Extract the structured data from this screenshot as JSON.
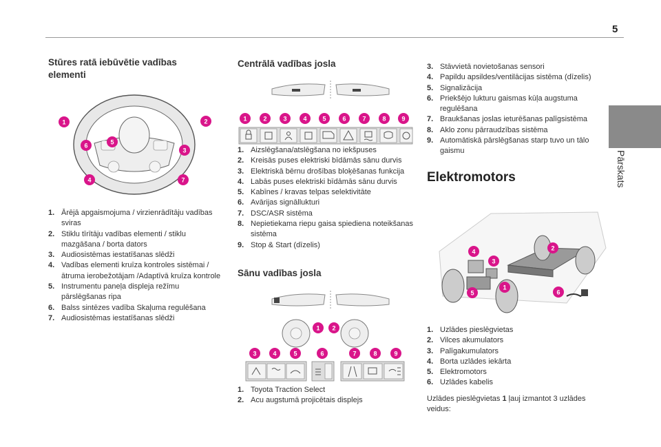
{
  "page": {
    "number": "5",
    "side_label": "Pārskats"
  },
  "col1": {
    "title": "Stūres ratā iebūvētie vadības elementi",
    "items": [
      {
        "n": "1.",
        "t": "Ārējā apgaismojuma / virzienrādītāju vadības sviras"
      },
      {
        "n": "2.",
        "t": "Stiklu tīrītāju vadības elementi / stiklu mazgāšana / borta dators"
      },
      {
        "n": "3.",
        "t": "Audiosistēmas iestatīšanas slēdži"
      },
      {
        "n": "4.",
        "t": "Vadības elementi kruīza kontroles sistēmai / ātruma ierobežotājam /Adaptīvā kruīza kontrole"
      },
      {
        "n": "5.",
        "t": "Instrumentu paneļa displeja režīmu pārslēgšanas ripa"
      },
      {
        "n": "6.",
        "t": "Balss sintēzes vadība Skaļuma regulēšana"
      },
      {
        "n": "7.",
        "t": "Audiosistēmas iestatīšanas slēdži"
      }
    ],
    "badges": [
      "1",
      "2",
      "3",
      "4",
      "5",
      "6",
      "7"
    ]
  },
  "col2": {
    "title": "Centrālā vadības josla",
    "items": [
      {
        "n": "1.",
        "t": "Aizslēgšana/atslēgšana no iekšpuses"
      },
      {
        "n": "2.",
        "t": "Kreisās puses elektriski bīdāmās sānu durvis"
      },
      {
        "n": "3.",
        "t": "Elektriskā bērnu drošības bloķēšanas funkcija"
      },
      {
        "n": "4.",
        "t": "Labās puses elektriski bīdāmās sānu durvis"
      },
      {
        "n": "5.",
        "t": "Kabīnes / kravas telpas selektivitāte"
      },
      {
        "n": "6.",
        "t": "Avārijas signāllukturi"
      },
      {
        "n": "7.",
        "t": "DSC/ASR sistēma"
      },
      {
        "n": "8.",
        "t": "Nepietiekama riepu gaisa spiediena noteikšanas sistēma"
      },
      {
        "n": "9.",
        "t": "Stop & Start (dīzelis)"
      }
    ],
    "badges": [
      "1",
      "2",
      "3",
      "4",
      "5",
      "6",
      "7",
      "8",
      "9"
    ],
    "side_title": "Sānu vadības josla",
    "side_items": [
      {
        "n": "1.",
        "t": "Toyota Traction Select"
      },
      {
        "n": "2.",
        "t": "Acu augstumā projicētais displejs"
      }
    ],
    "side_badges_top": [
      "1",
      "2"
    ],
    "side_badges_bottom": [
      "3",
      "4",
      "5",
      "6",
      "7",
      "8",
      "9"
    ]
  },
  "col3": {
    "items": [
      {
        "n": "3.",
        "t": "Stāvvietā novietošanas sensori"
      },
      {
        "n": "4.",
        "t": "Papildu apsildes/ventilācijas sistēma (dīzelis)"
      },
      {
        "n": "5.",
        "t": "Signalizācija"
      },
      {
        "n": "6.",
        "t": "Priekšējo lukturu gaismas kūļa augstuma regulēšana"
      },
      {
        "n": "7.",
        "t": "Braukšanas joslas ieturēšanas palīgsistēma"
      },
      {
        "n": "8.",
        "t": "Aklo zonu pārraudzības sistēma"
      },
      {
        "n": "9.",
        "t": "Automātiskā pārslēgšanas starp tuvo un tālo gaismu"
      }
    ],
    "section_title": "Elektromotors",
    "motor_items": [
      {
        "n": "1.",
        "t": "Uzlādes pieslēgvietas"
      },
      {
        "n": "2.",
        "t": "Vilces akumulators"
      },
      {
        "n": "3.",
        "t": "Palīgakumulators"
      },
      {
        "n": "4.",
        "t": "Borta uzlādes iekārta"
      },
      {
        "n": "5.",
        "t": "Elektromotors"
      },
      {
        "n": "6.",
        "t": "Uzlādes kabelis"
      }
    ],
    "motor_badges": [
      "1",
      "2",
      "3",
      "4",
      "5",
      "6"
    ],
    "para_a": "Uzlādes pieslēgvietas ",
    "para_b": "1",
    "para_c": " ļauj izmantot 3 uzlādes veidus:"
  },
  "colors": {
    "badge": "#d9158a",
    "tab": "#8a8a8a"
  }
}
